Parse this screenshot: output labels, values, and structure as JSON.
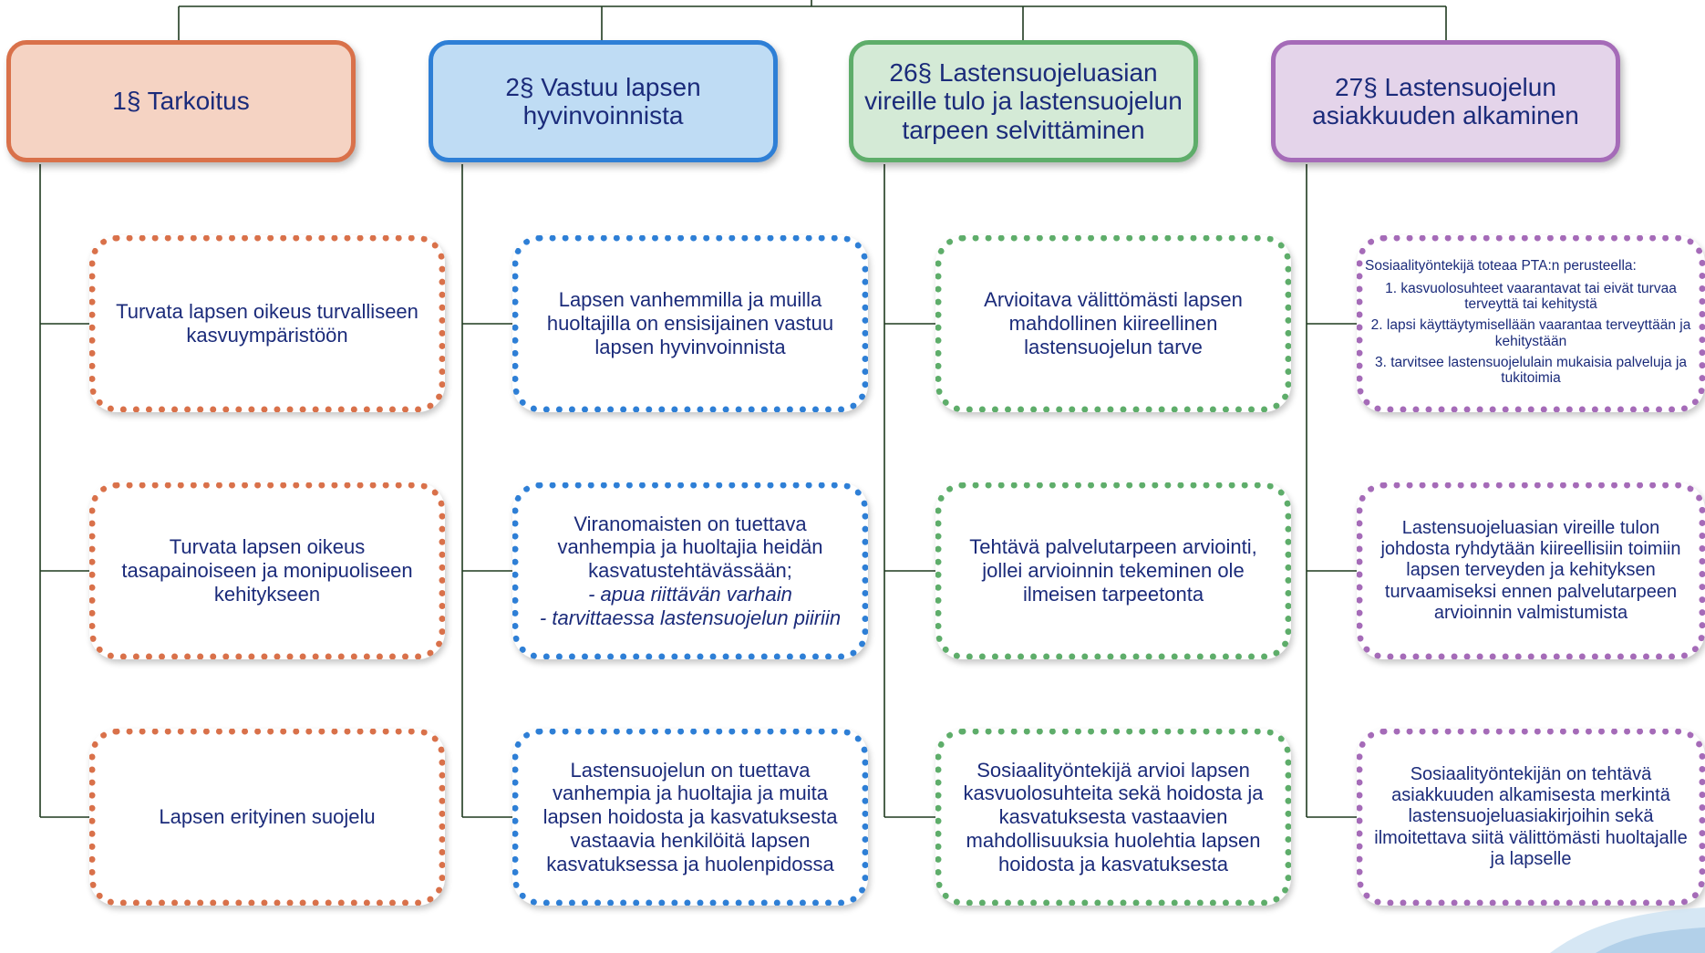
{
  "columns": [
    {
      "header": "1§ Tarkoitus",
      "boxes": [
        "Turvata lapsen oikeus turvalliseen kasvuympäristöön",
        "Turvata lapsen oikeus tasapainoiseen ja monipuoliseen kehitykseen",
        "Lapsen erityinen suojelu"
      ]
    },
    {
      "header": "2§ Vastuu lapsen\nhyvinvoinnista",
      "boxes": [
        "Lapsen vanhemmilla ja muilla huoltajilla on ensisijainen vastuu lapsen hyvinvoinnista",
        {
          "text": "Viranomaisten on tuettava vanhempia ja huoltajia heidän kasvatustehtävässään;",
          "bullets": [
            "- apua riittävän varhain",
            "- tarvittaessa lastensuojelun piiriin"
          ]
        },
        "Lastensuojelun on tuettava vanhempia ja huoltajia ja muita lapsen hoidosta ja kasvatuksesta vastaavia henkilöitä lapsen kasvatuksessa ja huolenpidossa"
      ]
    },
    {
      "header": "26§ Lastensuojeluasian\nvireille tulo ja lastensuojelun\ntarpeen selvittäminen",
      "boxes": [
        "Arvioitava välittömästi lapsen mahdollinen kiireellinen lastensuojelun tarve",
        "Tehtävä palvelutarpeen arviointi, jollei arvioinnin tekeminen ole ilmeisen tarpeetonta",
        "Sosiaalityöntekijä arvioi lapsen kasvuolosuhteita sekä hoidosta ja kasvatuksesta vastaavien mahdollisuuksia huolehtia lapsen hoidosta ja kasvatuksesta"
      ]
    },
    {
      "header": "27§ Lastensuojelun\nasiakkuuden alkaminen",
      "boxes": [
        {
          "text": "Sosiaalityöntekijä toteaa PTA:n perusteella:",
          "items": [
            "1. kasvuolosuhteet vaarantavat tai eivät turvaa terveyttä tai kehitystä",
            "2. lapsi käyttäytymisellään vaarantaa terveyttään ja kehitystään",
            "3. tarvitsee lastensuojelulain mukaisia palveluja ja tukitoimia"
          ]
        },
        "Lastensuojeluasian vireille tulon johdosta ryhdytään kiireellisiin toimiin lapsen terveyden ja kehityksen turvaamiseksi ennen palvelutarpeen arvioinnin valmistumista",
        "Sosiaalityöntekijän on tehtävä asiakkuuden alkamisesta merkintä lastensuojeluasiakirjoihin sekä ilmoitettava siitä välittömästi huoltajalle ja lapselle"
      ]
    }
  ],
  "colors": {
    "orange": "#d9714a",
    "blue": "#2e7fd6",
    "green": "#5ead6a",
    "purple": "#a56bb8",
    "text": "#1b2b7a",
    "connector": "#1f3a1f"
  }
}
